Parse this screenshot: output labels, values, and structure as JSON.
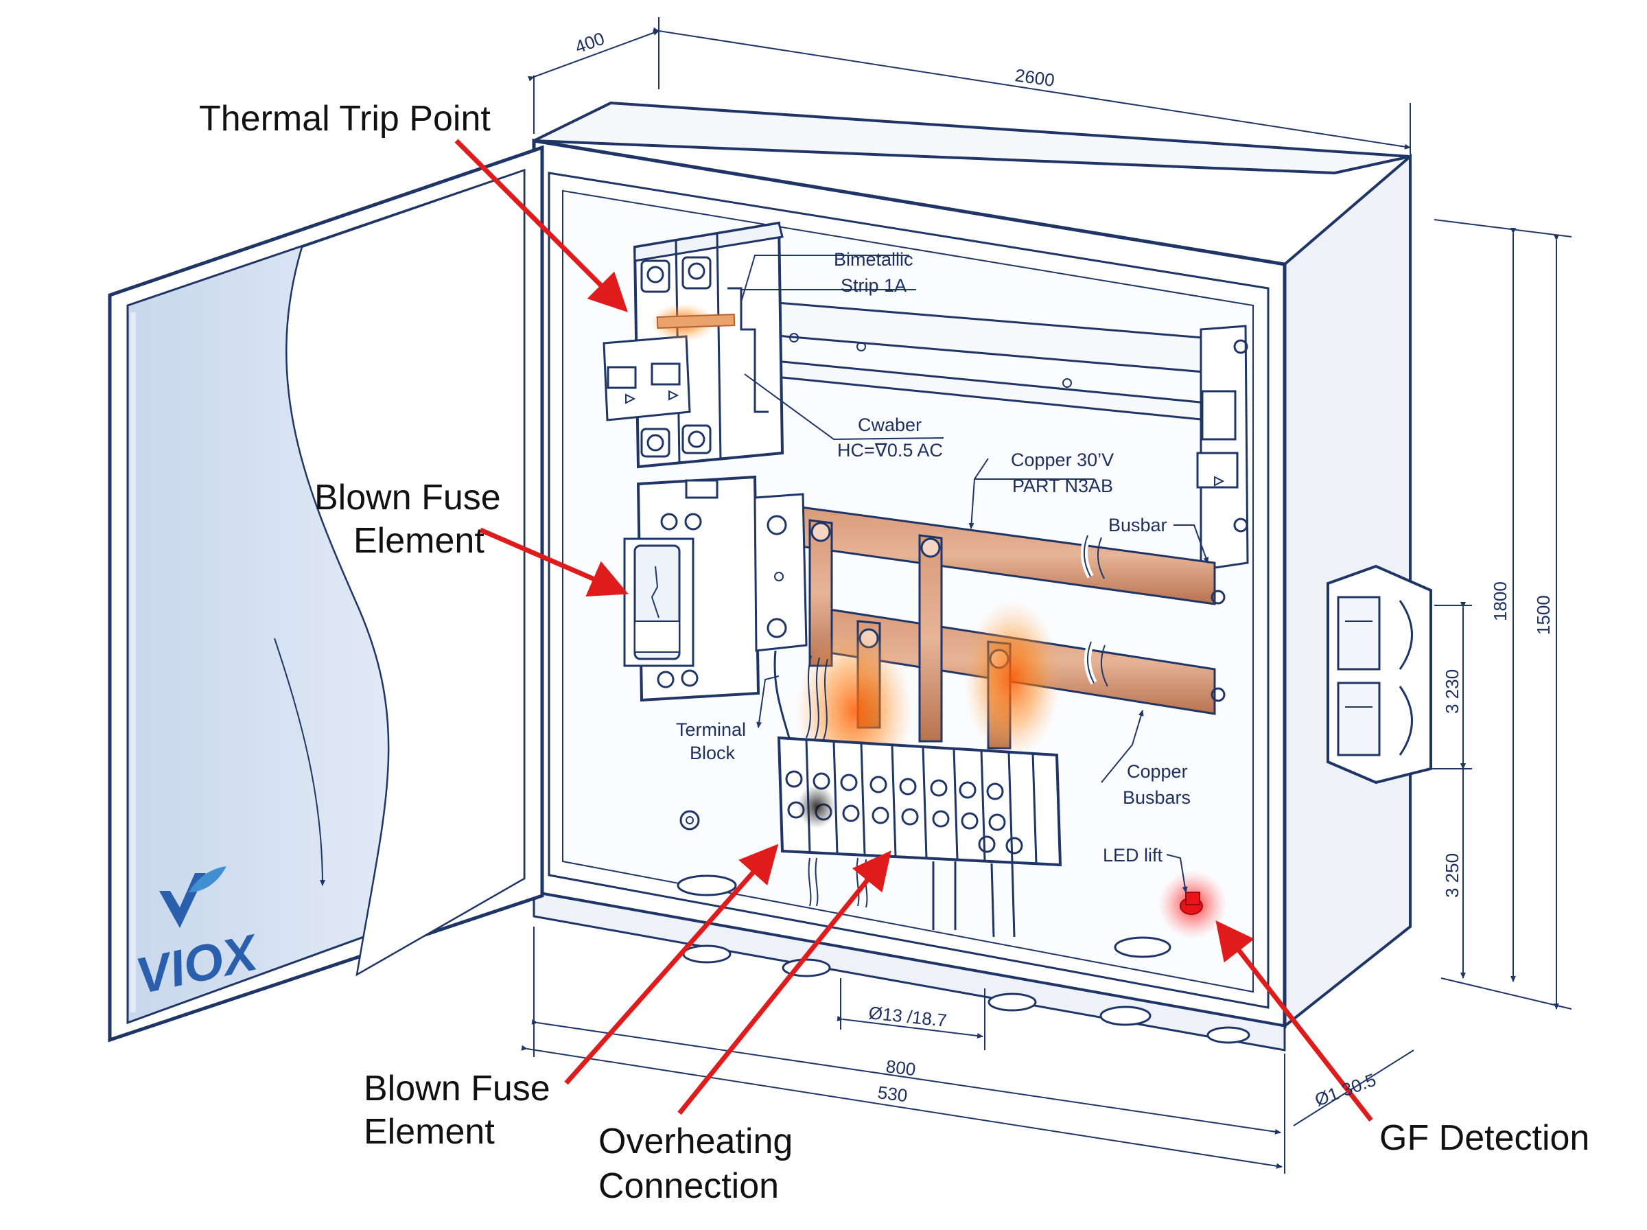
{
  "brand": {
    "logo_text": "VIOX"
  },
  "callouts": {
    "thermal_trip": "Thermal Trip Point",
    "blown_fuse_top": [
      "Blown Fuse",
      "Element"
    ],
    "blown_fuse_bottom": [
      "Blown Fuse",
      "Element"
    ],
    "overheating": [
      "Overheating",
      "Connection"
    ],
    "gf_detection": "GF Detection"
  },
  "labels": {
    "bimetallic": [
      "Bimetallic",
      "Strip 1A"
    ],
    "cwaber": [
      "Cwaber",
      "HC=∇0.5 AC"
    ],
    "copper_part": [
      "Copper 30’V",
      "PART N3AB"
    ],
    "busbar": "Busbar",
    "terminal_block": [
      "Terminal",
      "Block"
    ],
    "copper_busbars": [
      "Copper",
      "Busbars"
    ],
    "led": "LED lift"
  },
  "dimensions": {
    "d400": "400",
    "d2600": "2600",
    "d1800": "1800",
    "d1500": "1500",
    "d3230": "3 230",
    "d3250": "3 250",
    "d_hole": "Ø13 /18.7",
    "d800": "800",
    "d530": "530",
    "d_gland": "Ø1 30.5"
  },
  "colors": {
    "line": "#1f3566",
    "callout_arrow": "#e01b1b",
    "copper": "#c9825c",
    "heat": "#ff7a1a",
    "led": "#e8141a",
    "logo": "#2a5fae"
  }
}
